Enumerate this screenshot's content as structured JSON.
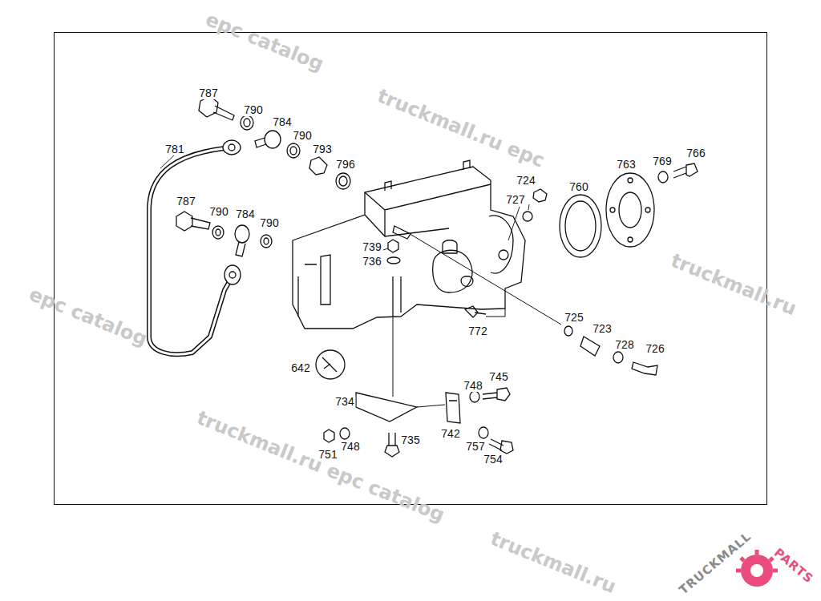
{
  "diagram": {
    "labels": [
      "787",
      "790",
      "784",
      "790",
      "781",
      "793",
      "796",
      "787",
      "790",
      "784",
      "790",
      "724",
      "727",
      "760",
      "763",
      "769",
      "766",
      "739",
      "736",
      "725",
      "723",
      "772",
      "728",
      "726",
      "642",
      "748",
      "745",
      "734",
      "742",
      "735",
      "751",
      "748",
      "757",
      "754",
      "epc catalog",
      "truckmall.ru epc",
      "truckmall.ru",
      "epc catalog",
      "truckmall.ru epc catalog",
      "truckmall.ru",
      "TRUCKMALL",
      "PARTS"
    ]
  }
}
